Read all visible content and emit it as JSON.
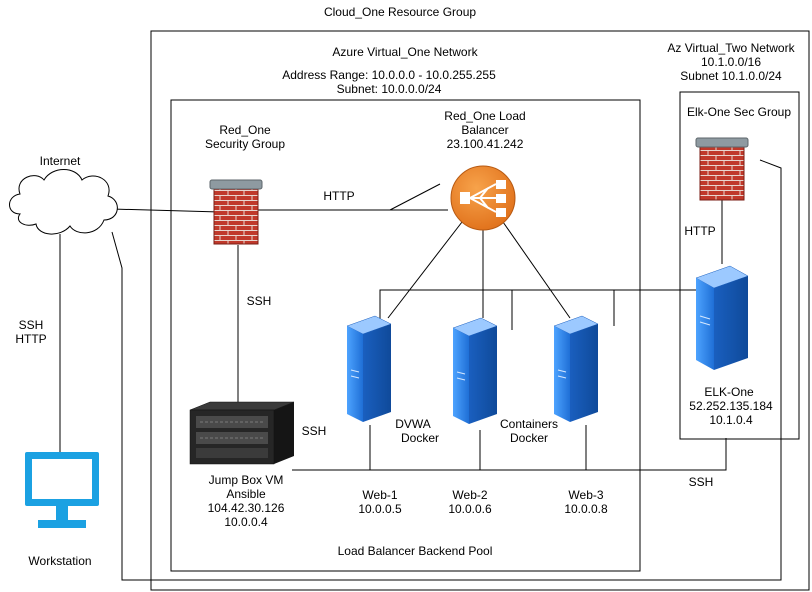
{
  "resource_group": "Cloud_One Resource Group",
  "vnet1": {
    "title": "Azure Virtual_One Network",
    "address_range": "Address Range: 10.0.0.0 - 10.0.255.255",
    "subnet": "Subnet: 10.0.0.0/24"
  },
  "vnet2": {
    "title": "Az Virtual_Two Network",
    "address": "10.1.0.0/16",
    "subnet": "Subnet 10.1.0.0/24"
  },
  "internet": "Internet",
  "red_sg": {
    "line1": "Red_One",
    "line2": "Security Group"
  },
  "load_balancer": {
    "line1": "Red_One Load",
    "line2": "Balancer",
    "ip": "23.100.41.242"
  },
  "elk_sg": "Elk-One Sec Group",
  "connections": {
    "http_main": "HTTP",
    "ssh_fw": "SSH",
    "ssh_http_1": "SSH",
    "ssh_http_2": "HTTP",
    "ssh_jump": "SSH",
    "http_elk": "HTTP",
    "ssh_elk": "SSH"
  },
  "elk": {
    "name": "ELK-One",
    "ip1": "52.252.135.184",
    "ip2": "10.1.0.4"
  },
  "jumpbox": {
    "line1": "Jump Box VM",
    "line2": "Ansible",
    "ip1": "104.42.30.126",
    "ip2": "10.0.0.4"
  },
  "dvwa": {
    "line1": "DVWA",
    "line2": "Docker"
  },
  "containers": {
    "line1": "Containers",
    "line2": "Docker"
  },
  "web1": {
    "name": "Web-1",
    "ip": "10.0.0.5"
  },
  "web2": {
    "name": "Web-2",
    "ip": "10.0.0.6"
  },
  "web3": {
    "name": "Web-3",
    "ip": "10.0.0.8"
  },
  "backend_pool": "Load Balancer Backend Pool",
  "workstation": "Workstation",
  "colors": {
    "brick_red": "#c0392b",
    "firewall_cap": "#8e9aa1",
    "lb_orange": "#f08a24",
    "server_blue": "#2b7de9",
    "monitor_blue": "#1ba1e2"
  },
  "icons": [
    "cloud-icon",
    "firewall-icon",
    "load-balancer-icon",
    "server-icon",
    "jump-box-server-icon",
    "monitor-icon"
  ]
}
